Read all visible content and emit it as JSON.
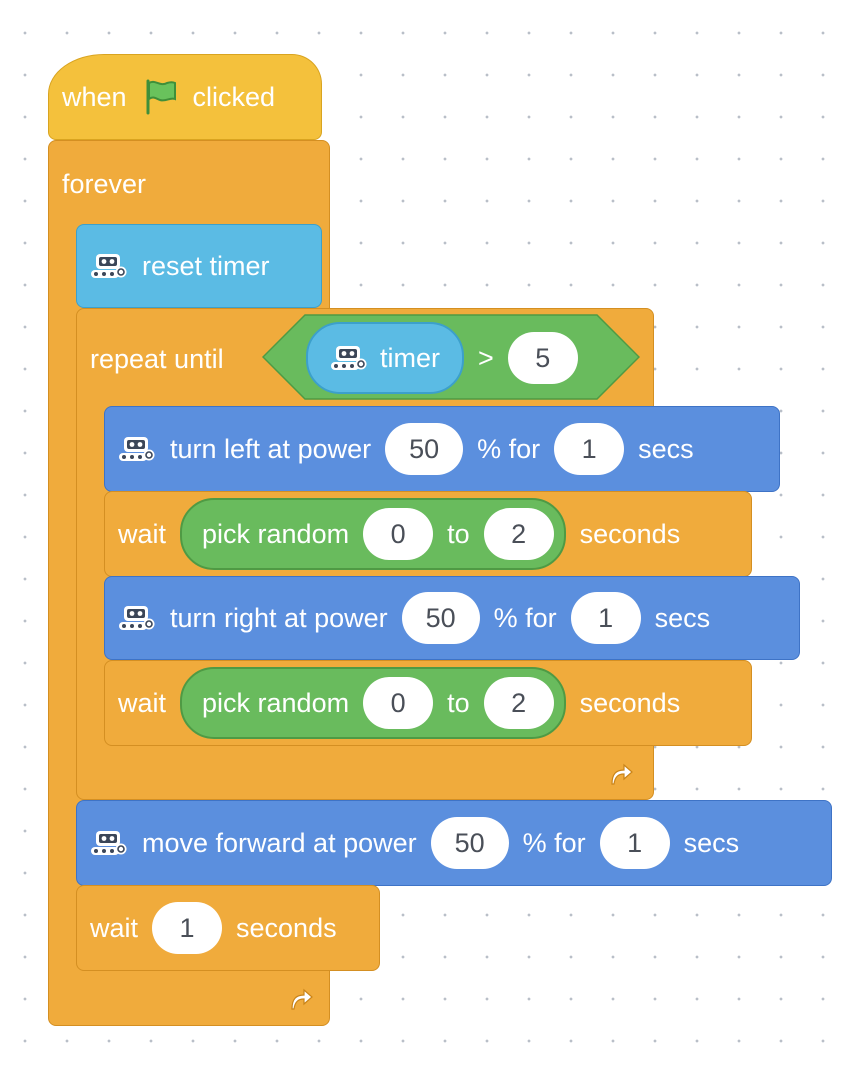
{
  "hat_block": {
    "when": "when",
    "flag_icon": "green-flag-icon",
    "clicked": "clicked"
  },
  "forever_block": {
    "label": "forever",
    "loop_icon": "loop-arrow-icon"
  },
  "reset_timer_block": {
    "icon": "robot-icon",
    "label": "reset timer"
  },
  "repeat_until_block": {
    "label": "repeat until",
    "condition": {
      "reporter_icon": "robot-icon",
      "reporter_label": "timer",
      "operator": ">",
      "value": "5"
    },
    "loop_icon": "loop-arrow-icon"
  },
  "turn_left_block": {
    "icon": "robot-icon",
    "label": "turn left at power",
    "power": "50",
    "mid": "% for",
    "duration": "1",
    "unit": "secs"
  },
  "wait_random_1": {
    "wait": "wait",
    "random_label": "pick random",
    "from": "0",
    "to_label": "to",
    "to": "2",
    "unit": "seconds"
  },
  "turn_right_block": {
    "icon": "robot-icon",
    "label": "turn right at power",
    "power": "50",
    "mid": "% for",
    "duration": "1",
    "unit": "secs"
  },
  "wait_random_2": {
    "wait": "wait",
    "random_label": "pick random",
    "from": "0",
    "to_label": "to",
    "to": "2",
    "unit": "seconds"
  },
  "move_forward_block": {
    "icon": "robot-icon",
    "label": "move forward at power",
    "power": "50",
    "mid": "% for",
    "duration": "1",
    "unit": "secs"
  },
  "wait_block": {
    "wait": "wait",
    "value": "1",
    "unit": "seconds"
  },
  "colors": {
    "control_orange": "#f0ab3c",
    "event_yellow": "#f4c13c",
    "sensing_lightblue": "#5bbbe4",
    "motion_blue": "#5b8fde",
    "operator_green": "#69bb5d"
  }
}
